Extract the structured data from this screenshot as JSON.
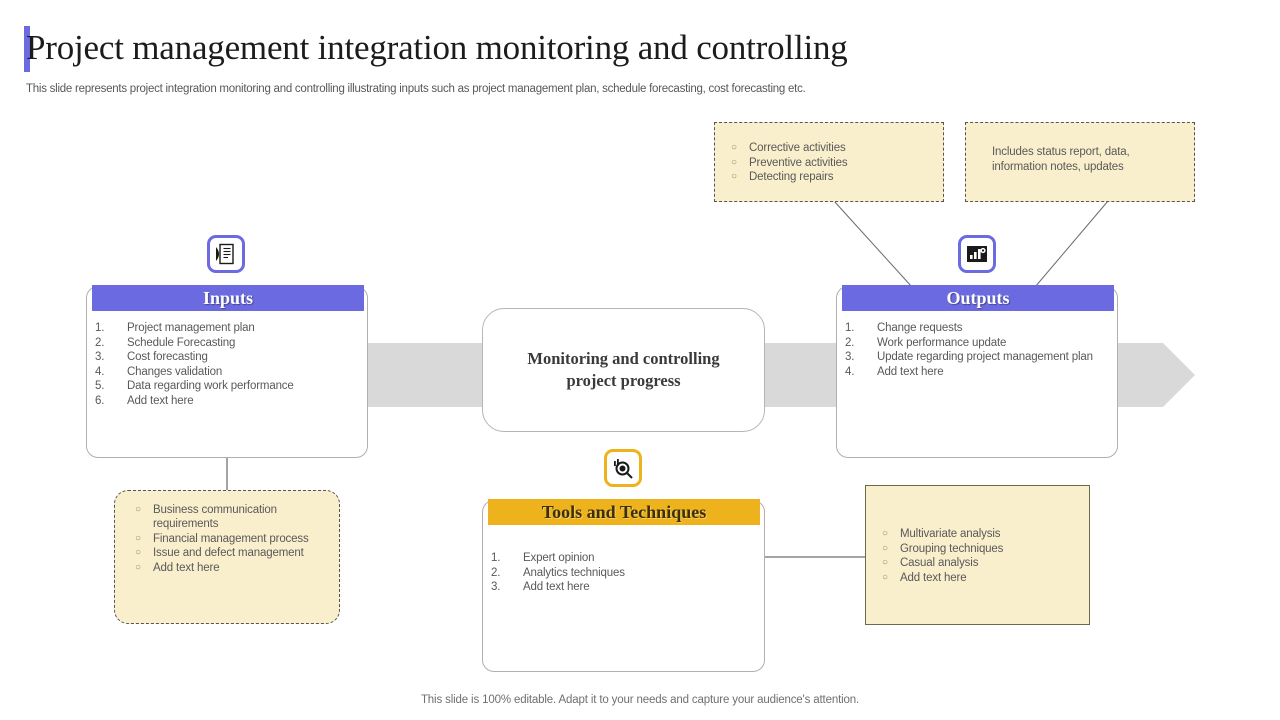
{
  "header": {
    "title": "Project management integration monitoring and controlling",
    "subtitle": "This slide represents project integration monitoring and controlling illustrating inputs such as project management plan, schedule forecasting, cost forecasting etc.",
    "accent_color": "#6c6ae0"
  },
  "center": {
    "label": "Monitoring and controlling project progress"
  },
  "panels": {
    "inputs": {
      "title": "Inputs",
      "header_color": "#6c6ae0",
      "items": [
        "Project management plan",
        "Schedule Forecasting",
        "Cost forecasting",
        "Changes validation",
        "Data regarding work performance",
        "Add text here"
      ]
    },
    "outputs": {
      "title": "Outputs",
      "header_color": "#6c6ae0",
      "items": [
        "Change requests",
        "Work performance update",
        "Update regarding project management plan",
        "Add text here"
      ]
    },
    "tools": {
      "title": "Tools and Techniques",
      "header_color": "#edb21c",
      "items": [
        "Expert opinion",
        "Analytics techniques",
        "Add text here"
      ]
    }
  },
  "callouts": {
    "corrective": {
      "items": [
        "Corrective activities",
        "Preventive activities",
        "Detecting repairs"
      ]
    },
    "status_report": {
      "text": "Includes status report, data, information notes, updates"
    },
    "inputs_detail": {
      "items": [
        "Business communication requirements",
        "Financial management process",
        "Issue and defect management",
        "Add text here"
      ]
    },
    "tools_detail": {
      "items": [
        "Multivariate analysis",
        "Grouping techniques",
        "Casual analysis",
        "Add text here"
      ]
    }
  },
  "icons": {
    "inputs": "document-arrow-icon",
    "outputs": "bar-chart-monitor-icon",
    "tools": "magnifier-chart-icon"
  },
  "footer": {
    "note": "This slide is 100% editable. Adapt it to your needs and capture your audience's attention."
  }
}
